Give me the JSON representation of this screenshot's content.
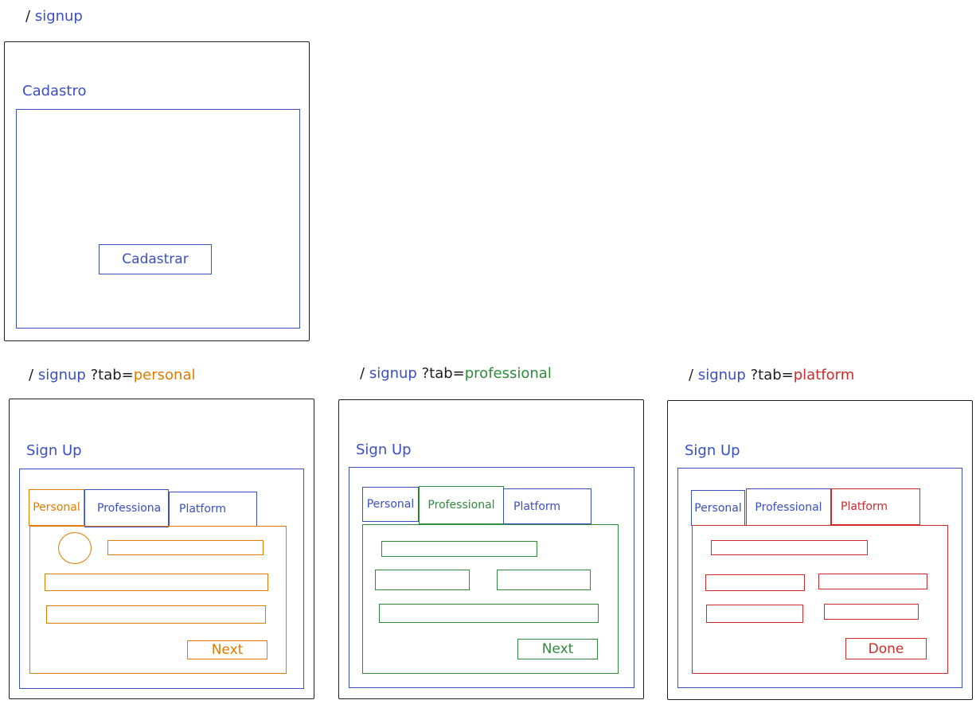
{
  "routes": {
    "signup": {
      "slash": "/",
      "path": "signup"
    },
    "personal": {
      "slash": "/",
      "path": "signup",
      "query": "?tab=",
      "value": "personal"
    },
    "professional": {
      "slash": "/",
      "path": "signup",
      "query": "?tab=",
      "value": "professional"
    },
    "platform": {
      "slash": "/",
      "path": "signup",
      "query": "?tab=",
      "value": "platform"
    }
  },
  "signup_frame": {
    "title": "Cadastro",
    "button": "Cadastrar"
  },
  "tabbed_frames": {
    "title": "Sign Up",
    "tabs": [
      "Personal",
      "Professional",
      "Platform"
    ],
    "personal": {
      "tab_label": "Personal",
      "tab_label_2": "Professiona",
      "button": "Next"
    },
    "professional": {
      "button": "Next"
    },
    "platform": {
      "button": "Done"
    }
  },
  "colors": {
    "blue": "#3a4fc4",
    "orange": "#e07b00",
    "green": "#2f8c3b",
    "red": "#cf2b2b",
    "frame": "#1e1e1e"
  }
}
